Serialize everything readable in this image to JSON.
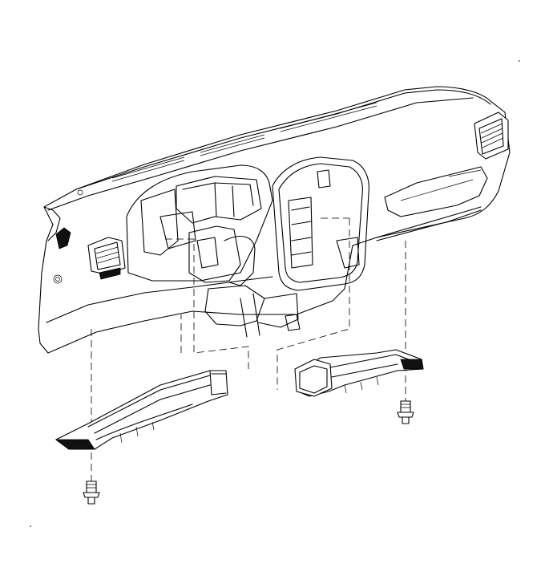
{
  "diagram": {
    "background": "#ffffff",
    "line_color": "#000000",
    "parts": [
      {
        "id": "instrument-panel",
        "icon": "dashboard-icon"
      },
      {
        "id": "left-floor-duct",
        "icon": "duct-icon"
      },
      {
        "id": "right-floor-duct",
        "icon": "duct-icon"
      },
      {
        "id": "left-fastener",
        "icon": "push-pin-icon"
      },
      {
        "id": "right-fastener",
        "icon": "push-pin-icon"
      }
    ]
  }
}
